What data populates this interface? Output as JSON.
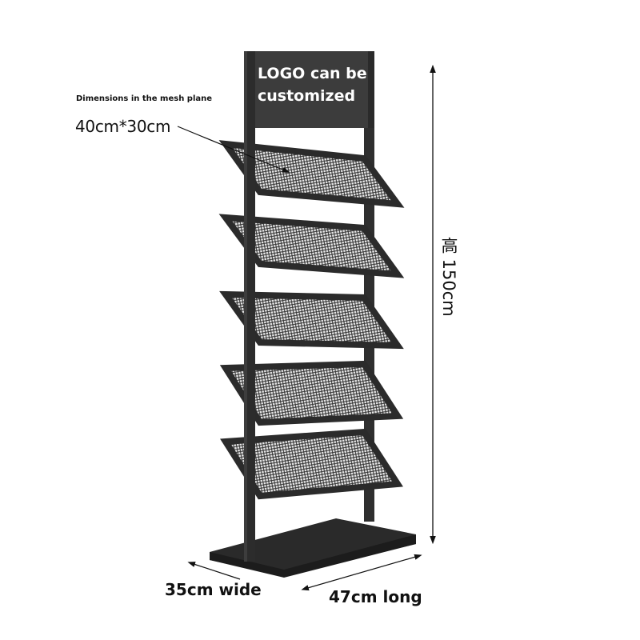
{
  "product": {
    "name": "Mesh display rack",
    "color": "#2b2b2b",
    "shelf_count": 5
  },
  "sign": {
    "line1": "LOGO can be",
    "line2": "customized",
    "background": "#3a3a3a",
    "text_color": "#ffffff"
  },
  "annotations": {
    "mesh_title": "Dimensions in the mesh plane",
    "mesh_dimension": "40cm*30cm",
    "height": "高 150cm",
    "width": "35cm wide",
    "length": "47cm long"
  }
}
